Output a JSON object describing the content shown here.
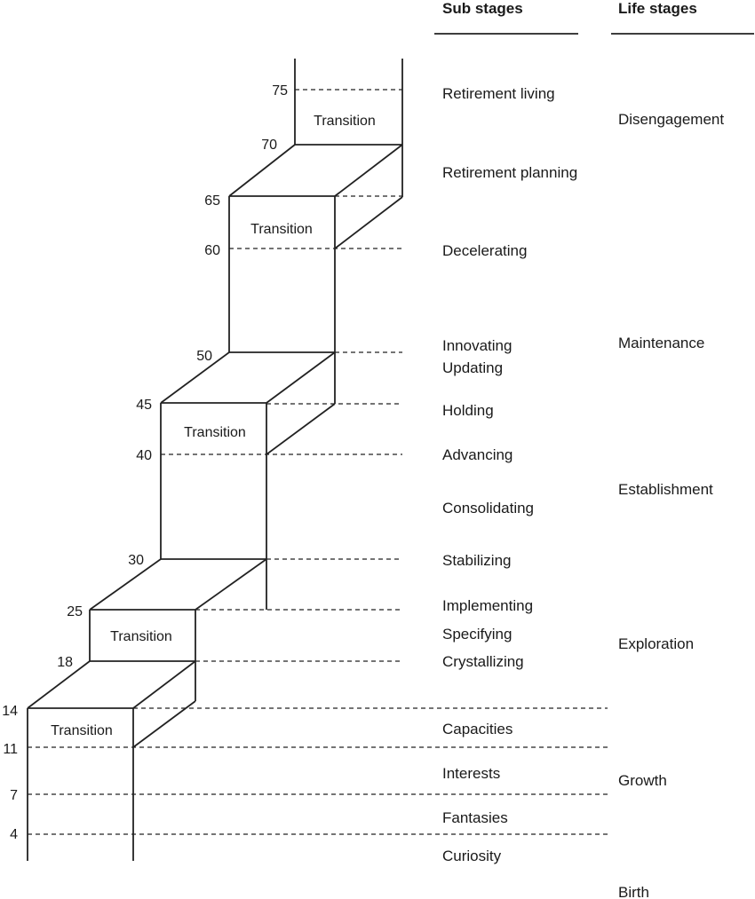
{
  "headers": {
    "sub_stages": "Sub stages",
    "life_stages": "Life stages"
  },
  "ages": {
    "a75": "75",
    "a70": "70",
    "a65": "65",
    "a60": "60",
    "a50": "50",
    "a45": "45",
    "a40": "40",
    "a30": "30",
    "a25": "25",
    "a18": "18",
    "a14": "14",
    "a11": "11",
    "a7": "7",
    "a4": "4"
  },
  "sub_stages": {
    "retirement_living": "Retirement living",
    "retirement_planning": "Retirement planning",
    "decelerating": "Decelerating",
    "innovating": "Innovating",
    "updating": "Updating",
    "holding": "Holding",
    "advancing": "Advancing",
    "consolidating": "Consolidating",
    "stabilizing": "Stabilizing",
    "implementing": "Implementing",
    "specifying": "Specifying",
    "crystallizing": "Crystallizing",
    "capacities": "Capacities",
    "interests": "Interests",
    "fantasies": "Fantasies",
    "curiosity": "Curiosity"
  },
  "life_stages": {
    "disengagement": "Disengagement",
    "maintenance": "Maintenance",
    "establishment": "Establishment",
    "exploration": "Exploration",
    "growth": "Growth",
    "birth": "Birth"
  },
  "transition_label": "Transition"
}
